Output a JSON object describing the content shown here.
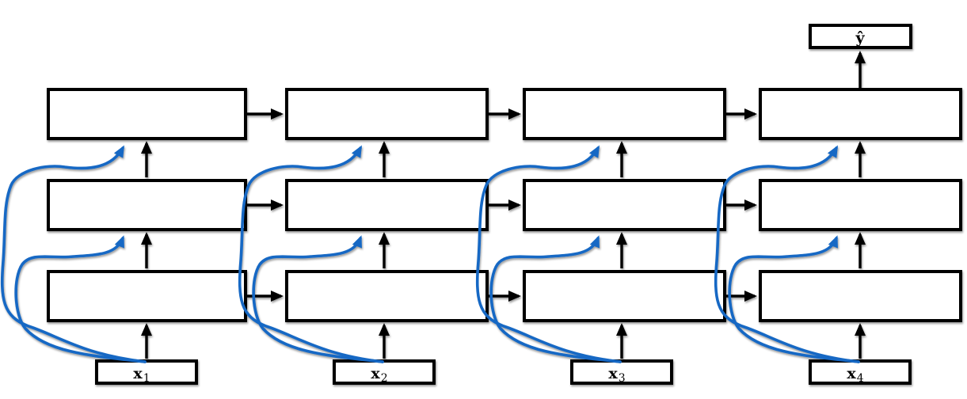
{
  "diagram": {
    "kind": "stacked-rnn-with-skip-connections",
    "output": {
      "label": "ŷ"
    },
    "inputs": [
      {
        "base": "x",
        "sub": "1"
      },
      {
        "base": "x",
        "sub": "2"
      },
      {
        "base": "x",
        "sub": "3"
      },
      {
        "base": "x",
        "sub": "4"
      }
    ],
    "colors": {
      "skip_blue": "#1568c4",
      "line_black": "#000000",
      "box_fill": "#ffffff",
      "background": "#ffffff"
    },
    "icons": {
      "arrowhead_black": "filled-triangle",
      "arrowhead_blue": "filled-triangle"
    }
  }
}
